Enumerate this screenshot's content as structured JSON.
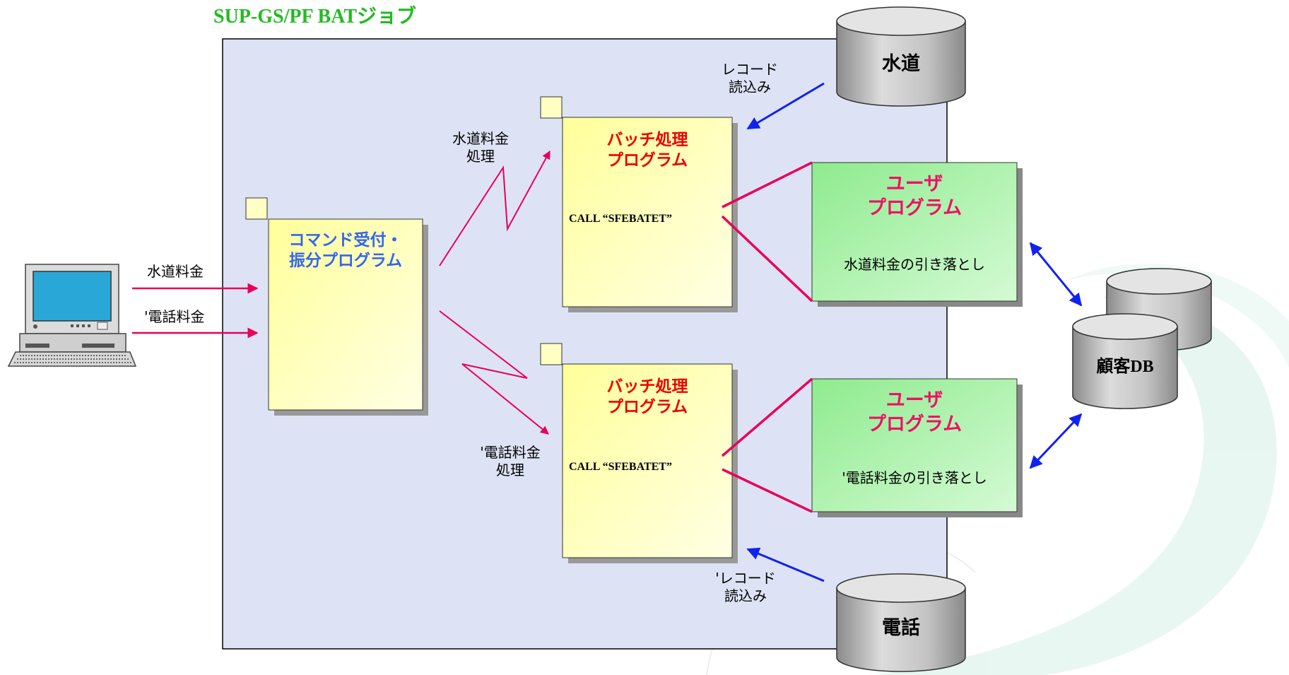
{
  "title": "SUP-GS/PF BATジョブ",
  "colors": {
    "title": "#22bb22",
    "job_box_bg": "#dde3f5",
    "note_bg": "#ffffc4",
    "user_bg": "#a8f0a8",
    "red_text": "#ee0000",
    "pink_text": "#ee1166",
    "blue_text": "#3366ee",
    "pink_line": "#e8005a",
    "blue_arrow": "#1122ee"
  },
  "client": {
    "icon": "desktop-computer-icon",
    "inputs": [
      "水道料金",
      "'電話料金"
    ]
  },
  "dispatcher": {
    "line1": "コマンド受付・",
    "line2": "振分プログラム"
  },
  "batch_programs": [
    {
      "line1": "バッチ処理",
      "line2": "プログラム",
      "call": "CALL “SFEBATET”",
      "route_label": [
        "水道料金",
        "処理"
      ]
    },
    {
      "line1": "バッチ処理",
      "line2": "プログラム",
      "call": "CALL “SFEBATET”",
      "route_label": [
        "'電話料金",
        "処理"
      ]
    }
  ],
  "user_programs": [
    {
      "line1": "ユーザ",
      "line2": "プログラム",
      "desc": "水道料金の引き落とし"
    },
    {
      "line1": "ユーザ",
      "line2": "プログラム",
      "desc": "'電話料金の引き落とし"
    }
  ],
  "databases": {
    "water": "水道",
    "phone": "電話",
    "customer": "顧客DB"
  },
  "record_read": [
    {
      "line1": "レコード",
      "line2": "読込み"
    },
    {
      "line1": "'レコード",
      "line2": "読込み"
    }
  ]
}
